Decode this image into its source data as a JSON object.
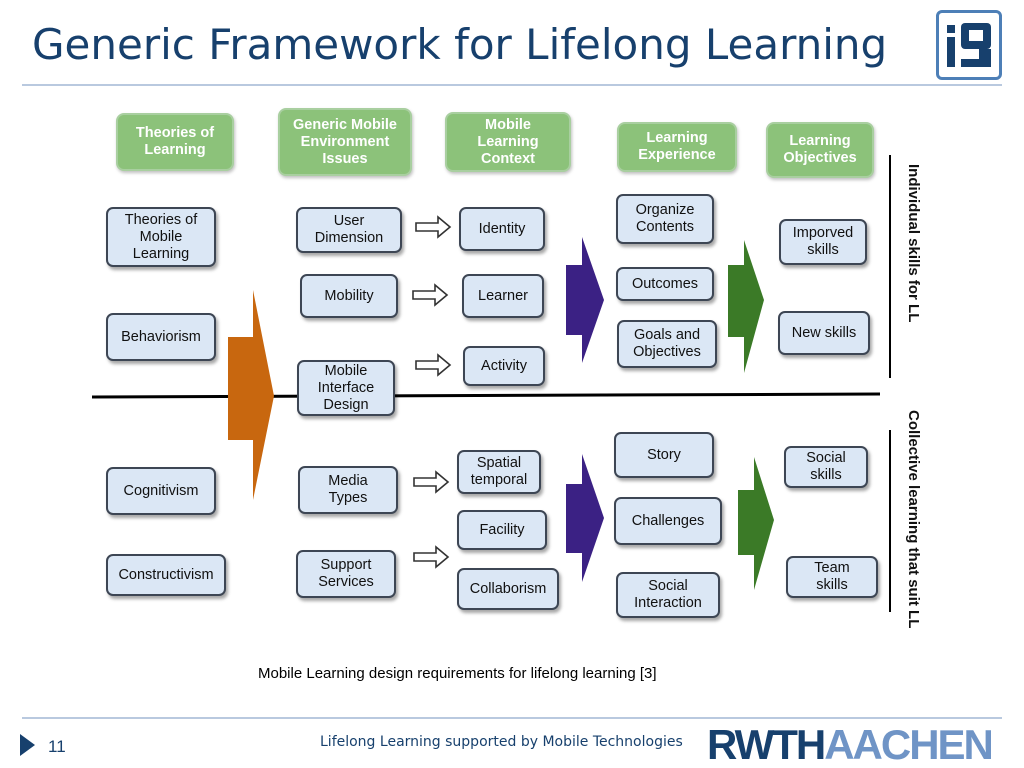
{
  "slide": {
    "title": "Generic Framework for Lifelong Learning",
    "caption": "Mobile Learning design requirements for lifelong learning [3]",
    "page_number": "11",
    "footer": "Lifelong Learning supported by Mobile Technologies",
    "logo_rwth": "RWTH",
    "logo_aachen": "AACHEN",
    "logo_i9": "i9"
  },
  "diagram": {
    "headers": [
      "Theories of\nLearning",
      "Generic Mobile\nEnvironment\nIssues",
      "Mobile\nLearning\nContext",
      "Learning\nExperience",
      "Learning\nObjectives"
    ],
    "theories": [
      "Theories of\nMobile\nLearning",
      "Behaviorism",
      "Cognitivism",
      "Constructivism"
    ],
    "environment": [
      "User\nDimension",
      "Mobility",
      "Mobile\nInterface\nDesign",
      "Media\nTypes",
      "Support\nServices"
    ],
    "context": [
      "Identity",
      "Learner",
      "Activity",
      "Spatial\ntemporal",
      "Facility",
      "Collaborism"
    ],
    "experience": [
      "Organize\nContents",
      "Outcomes",
      "Goals and\nObjectives",
      "Story",
      "Challenges",
      "Social\nInteraction"
    ],
    "objectives": [
      "Imporved\nskills",
      "New skills",
      "Social\nskills",
      "Team\nskills"
    ],
    "side_labels": [
      "Individual skills for LL",
      "Collective learning that suit LL"
    ]
  },
  "colors": {
    "title": "#17406d",
    "header_fill": "#8cc27a",
    "box_fill": "#dbe7f5",
    "orange_arrow": "#c8670f",
    "purple_arrow": "#3b2184",
    "green_arrow": "#3b7a27"
  }
}
